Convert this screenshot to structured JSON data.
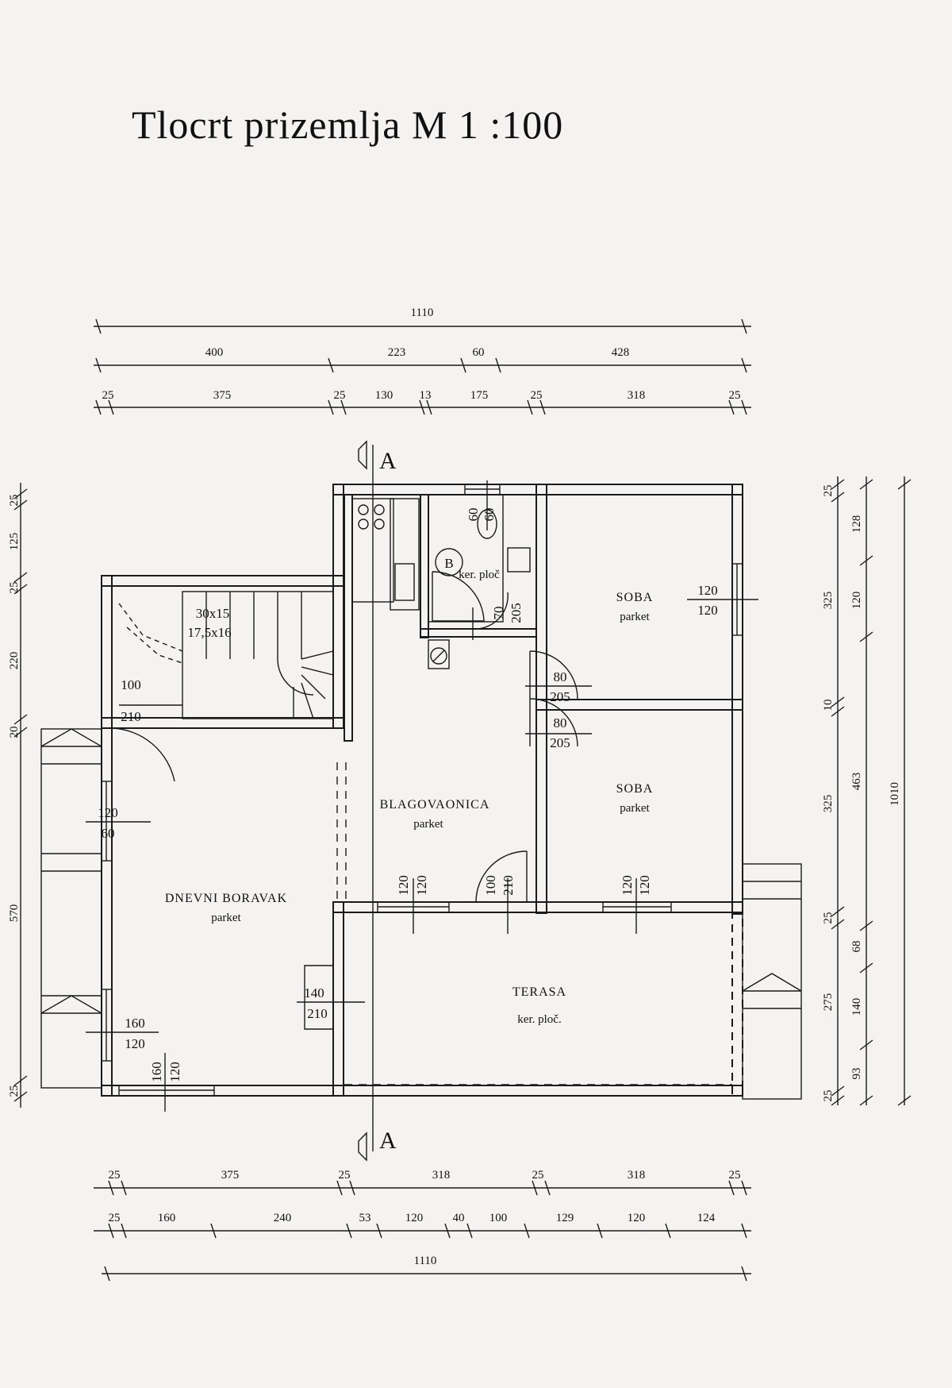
{
  "title": "Tlocrt prizemlja  M 1 :100",
  "colors": {
    "ink": "#1a1a1a",
    "paper": "#f4f3f1"
  },
  "section_marker": "A",
  "bathroom_marker": "B",
  "rooms": {
    "living": {
      "name": "DNEVNI BORAVAK",
      "floor": "parket"
    },
    "dining": {
      "name": "BLAGOVAONICA",
      "floor": "parket"
    },
    "room1": {
      "name": "SOBA",
      "floor": "parket"
    },
    "room2": {
      "name": "SOBA",
      "floor": "parket"
    },
    "terrace": {
      "name": "TERASA",
      "floor": "ker. ploč."
    },
    "bath": {
      "floor": "ker. ploč"
    }
  },
  "stairs": {
    "a": "30x15",
    "b": "17,5x16"
  },
  "openings": {
    "bath_window": [
      "60",
      "60"
    ],
    "bath_door": [
      "70",
      "205"
    ],
    "room1_window": [
      "120",
      "120"
    ],
    "room1_door": [
      "80",
      "205"
    ],
    "room2_door": [
      "80",
      "205"
    ],
    "stair_door": [
      "100",
      "210"
    ],
    "living_window": [
      "120",
      "60"
    ],
    "living_side_window": [
      "160",
      "120"
    ],
    "living_bottom_window": [
      "160",
      "120"
    ],
    "terrace_door": [
      "140",
      "210"
    ],
    "dining_window": [
      "120",
      "120"
    ],
    "dining_door": [
      "100",
      "210"
    ],
    "room2_window": [
      "120",
      "120"
    ]
  },
  "dims_top": {
    "row1": [
      "1110"
    ],
    "row2": [
      "400",
      "223",
      "60",
      "428"
    ],
    "row3": [
      "25",
      "375",
      "25",
      "130",
      "13",
      "175",
      "25",
      "318",
      "25"
    ]
  },
  "dims_bottom": {
    "row1": [
      "25",
      "375",
      "25",
      "318",
      "25",
      "318",
      "25"
    ],
    "row2": [
      "25",
      "160",
      "240",
      "53",
      "120",
      "40",
      "100",
      "129",
      "120",
      "124"
    ],
    "row3": [
      "1110"
    ]
  },
  "dims_left": [
    "25",
    "125",
    "25",
    "220",
    "20",
    "570",
    "25"
  ],
  "dims_right": {
    "col1": [
      "25",
      "325",
      "10",
      "325",
      "25",
      "275",
      "25"
    ],
    "col2": [
      "128",
      "120",
      "463",
      "68",
      "140",
      "93"
    ],
    "col3": [
      "1010"
    ]
  }
}
